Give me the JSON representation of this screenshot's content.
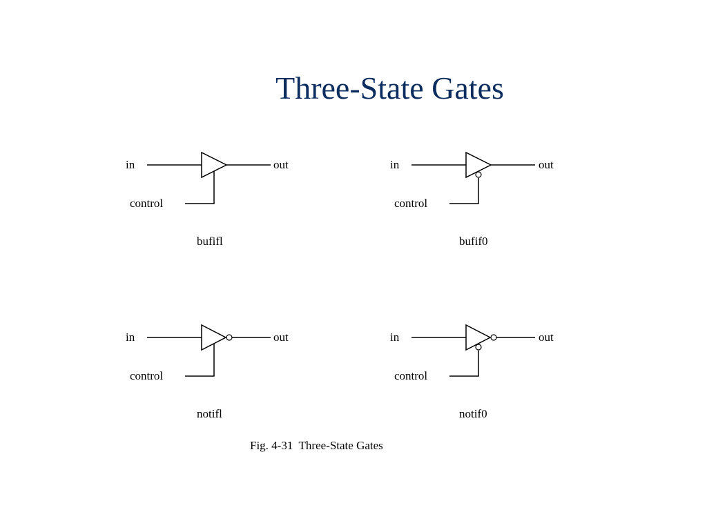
{
  "slide": {
    "title": "Three-State Gates",
    "title_color": "#0a2c5e"
  },
  "figure": {
    "caption": "Fig. 4-31  Three-State Gates",
    "gates": [
      {
        "name": "bufifl",
        "input_label": "in",
        "output_label": "out",
        "control_label": "control",
        "output_inverted": false,
        "control_active_low": false
      },
      {
        "name": "bufif0",
        "input_label": "in",
        "output_label": "out",
        "control_label": "control",
        "output_inverted": false,
        "control_active_low": true
      },
      {
        "name": "notifl",
        "input_label": "in",
        "output_label": "out",
        "control_label": "control",
        "output_inverted": true,
        "control_active_low": false
      },
      {
        "name": "notif0",
        "input_label": "in",
        "output_label": "out",
        "control_label": "control",
        "output_inverted": true,
        "control_active_low": true
      }
    ]
  }
}
